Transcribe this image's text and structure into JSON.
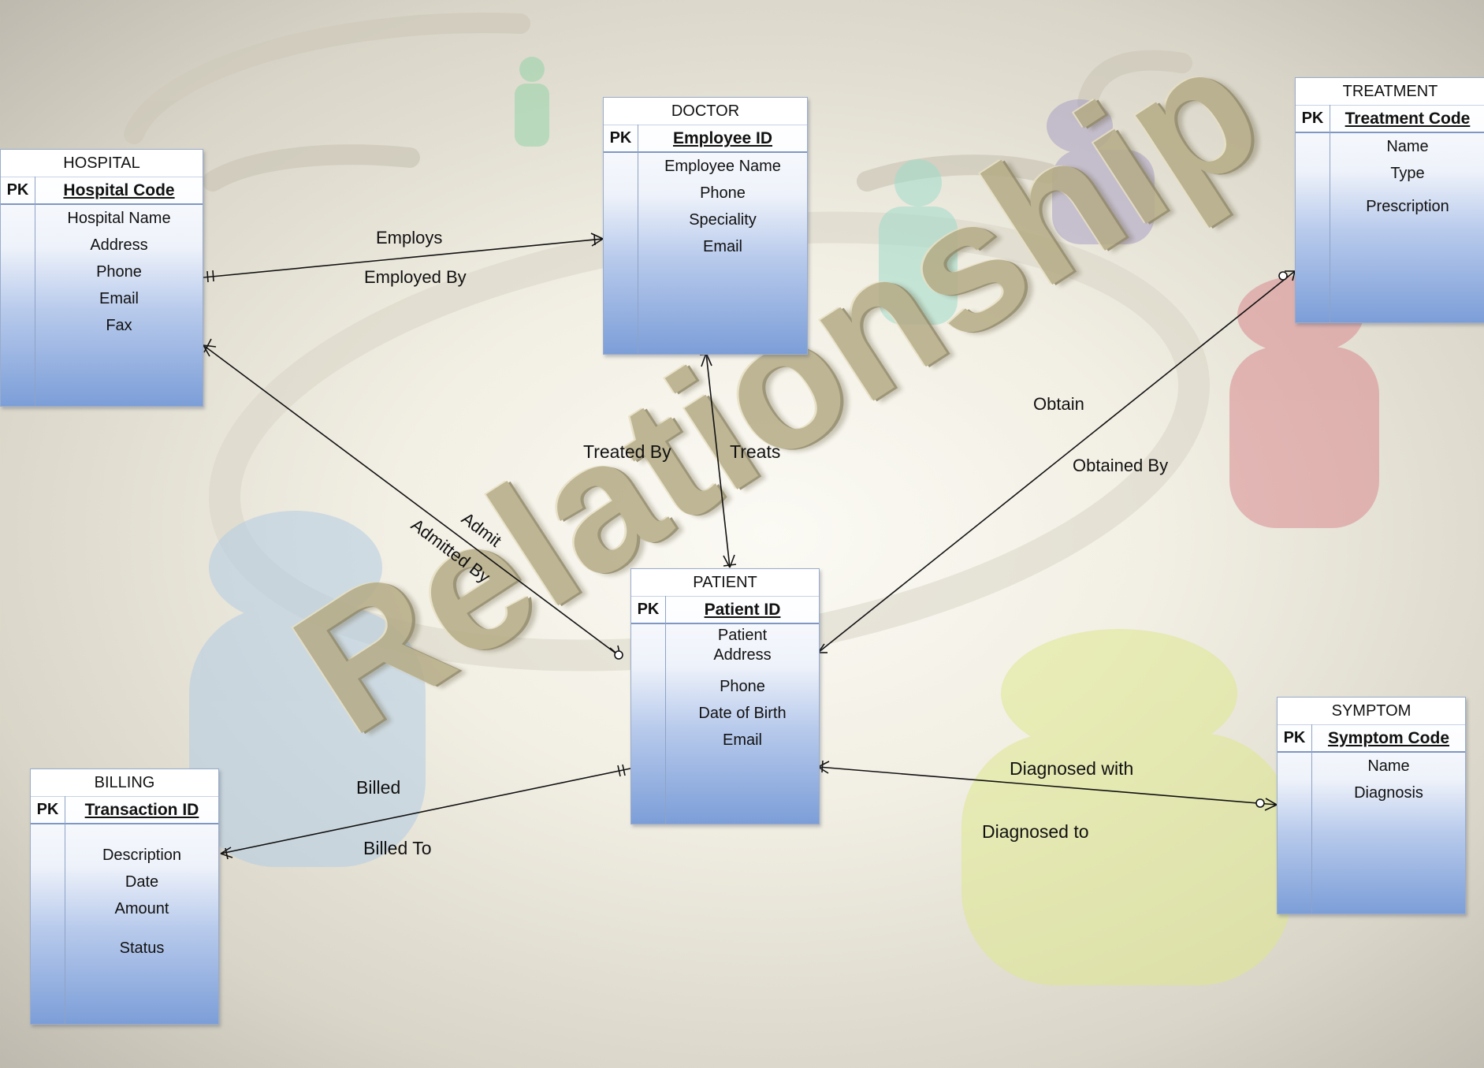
{
  "diagram": {
    "watermark": "Relationship",
    "entities": {
      "hospital": {
        "title": "HOSPITAL",
        "pk": "PK",
        "key": "Hospital Code",
        "attributes": [
          "Hospital Name",
          "Address",
          "Phone",
          "Email",
          "Fax"
        ]
      },
      "doctor": {
        "title": "DOCTOR",
        "pk": "PK",
        "key": "Employee ID",
        "attributes": [
          "Employee Name",
          "Phone",
          "Speciality",
          "Email"
        ]
      },
      "treatment": {
        "title": "TREATMENT",
        "pk": "PK",
        "key": "Treatment Code",
        "attributes": [
          "Name",
          "Type",
          "Prescription"
        ]
      },
      "patient": {
        "title": "PATIENT",
        "pk": "PK",
        "key": "Patient ID",
        "attributes": [
          "Patient Address",
          "Phone",
          "Date of Birth",
          "Email"
        ]
      },
      "billing": {
        "title": "BILLING",
        "pk": "PK",
        "key": "Transaction ID",
        "attributes": [
          "Description",
          "Date",
          "Amount",
          "Status"
        ]
      },
      "symptom": {
        "title": "SYMPTOM",
        "pk": "PK",
        "key": "Symptom Code",
        "attributes": [
          "Name",
          "Diagnosis"
        ]
      }
    },
    "relationships": {
      "employs": "Employs",
      "employed_by": "Employed By",
      "treated_by": "Treated By",
      "treats": "Treats",
      "admit": "Admit",
      "admitted_by": "Admitted By",
      "obtain": "Obtain",
      "obtained_by": "Obtained By",
      "billed": "Billed",
      "billed_to": "Billed To",
      "diagnosed_with": "Diagnosed with",
      "diagnosed_to": "Diagnosed to"
    },
    "colors": {
      "entity_top": "#ffffff",
      "entity_bottom": "#7c9ed8",
      "watermark": "#b5ab86"
    }
  }
}
